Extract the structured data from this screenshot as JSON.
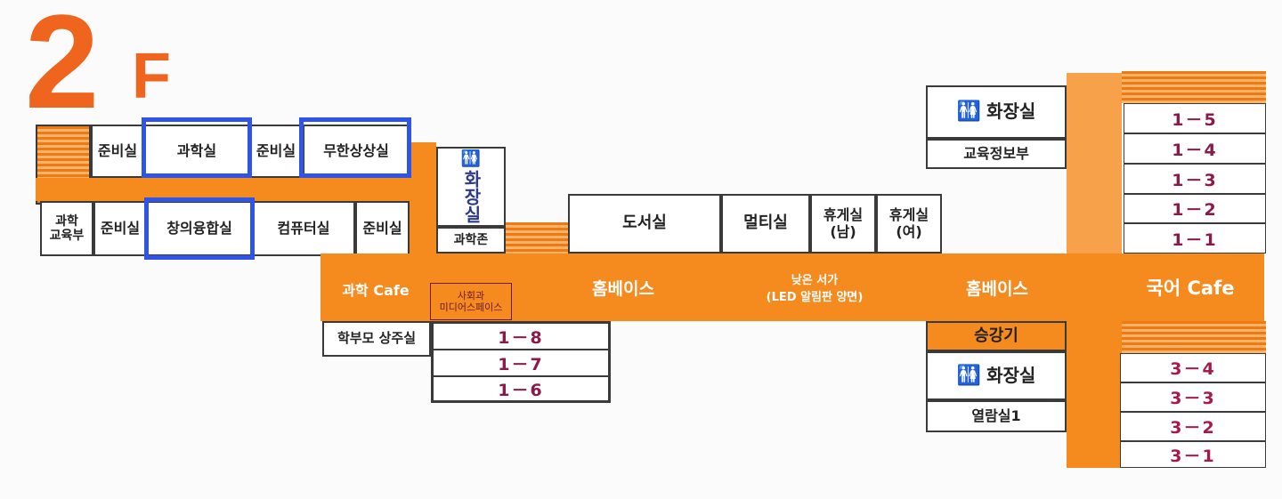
{
  "floor": {
    "number": "2",
    "suffix": "F"
  },
  "colors": {
    "orange": "#f58a1f",
    "highlight": "#2f55e8",
    "class_text": "#8a1a4a"
  },
  "rooms": {
    "prep1": "준비실",
    "science_lab": "과학실",
    "prep2": "준비실",
    "infinite_imagination": "무한상상실",
    "science_dept": "과학\n교육부",
    "prep3": "준비실",
    "creative_convergence": "창의융합실",
    "computer_room": "컴퓨터실",
    "prep4": "준비실",
    "restroom_vertical": "화장실",
    "science_zone": "과학존",
    "library": "도서실",
    "multi_room": "멀티실",
    "lounge_m": "휴게실\n(남)",
    "lounge_f": "휴게실\n(여)",
    "restroom_top": "화장실",
    "edu_info_dept": "교육정보부",
    "parents_room": "학부모 상주실",
    "restroom_bottom": "화장실",
    "reading_room": "열람실1"
  },
  "corridor": {
    "science_cafe": "과학 Cafe",
    "social_media_space": "사회과\n미디어스페이스",
    "home_base_1": "홈베이스",
    "low_shelf": "낮은 서가\n(LED 알림판 양면)",
    "home_base_2": "홈베이스",
    "korean_cafe": "국어 Cafe",
    "elevator": "승강기"
  },
  "classrooms": {
    "grade1": [
      "1－5",
      "1－4",
      "1－3",
      "1－2",
      "1－1"
    ],
    "grade1_west": [
      "1－8",
      "1－7",
      "1－6"
    ],
    "grade3": [
      "3－4",
      "3－3",
      "3－2",
      "3－1"
    ]
  },
  "icons": {
    "restroom": "restroom-icon"
  }
}
